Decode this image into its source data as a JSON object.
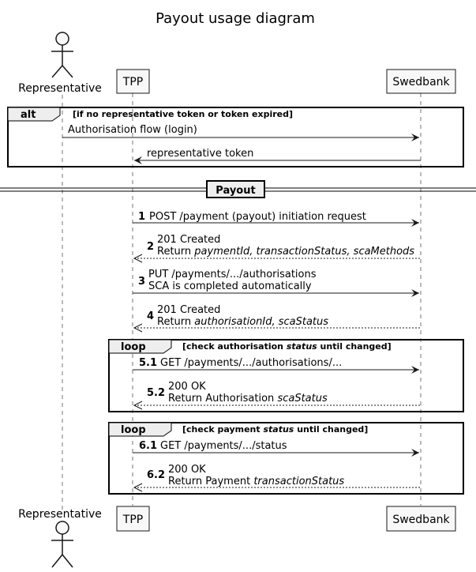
{
  "title": "Payout usage diagram",
  "participants": {
    "representative": "Representative",
    "tpp": "TPP",
    "swedbank": "Swedbank"
  },
  "alt": {
    "keyword": "alt",
    "condition": "[if no representative token or token expired]",
    "messages": [
      {
        "text": "Authorisation flow (login)"
      },
      {
        "text": "representative token"
      }
    ]
  },
  "divider": {
    "label": "Payout"
  },
  "messages": [
    {
      "num": "1",
      "line1": "POST /payment (payout) initiation request"
    },
    {
      "num": "2",
      "line1": "201 Created",
      "line2_prefix": " Return ",
      "line2_italic": "paymentId, transactionStatus, scaMethods"
    },
    {
      "num": "3",
      "line1": "PUT /payments/.../authorisations",
      "line2_prefix": " SCA is completed automatically"
    },
    {
      "num": "4",
      "line1": "201 Created",
      "line2_prefix": " Return ",
      "line2_italic": "authorisationId, scaStatus"
    }
  ],
  "loop1": {
    "keyword": "loop",
    "condition_prefix": "[check authorisation ",
    "condition_italic": "status",
    "condition_suffix": " until changed]",
    "messages": [
      {
        "num": "5.1",
        "line1": "GET /payments/.../authorisations/..."
      },
      {
        "num": "5.2",
        "line1": "200 OK",
        "line2_prefix": " Return Authorisation ",
        "line2_italic": "scaStatus"
      }
    ]
  },
  "loop2": {
    "keyword": "loop",
    "condition_prefix": "[check payment ",
    "condition_italic": "status",
    "condition_suffix": " until changed]",
    "messages": [
      {
        "num": "6.1",
        "line1": "GET /payments/.../status"
      },
      {
        "num": "6.2",
        "line1": "200 OK",
        "line2_prefix": " Return Payment ",
        "line2_italic": "transactionStatus"
      }
    ]
  }
}
